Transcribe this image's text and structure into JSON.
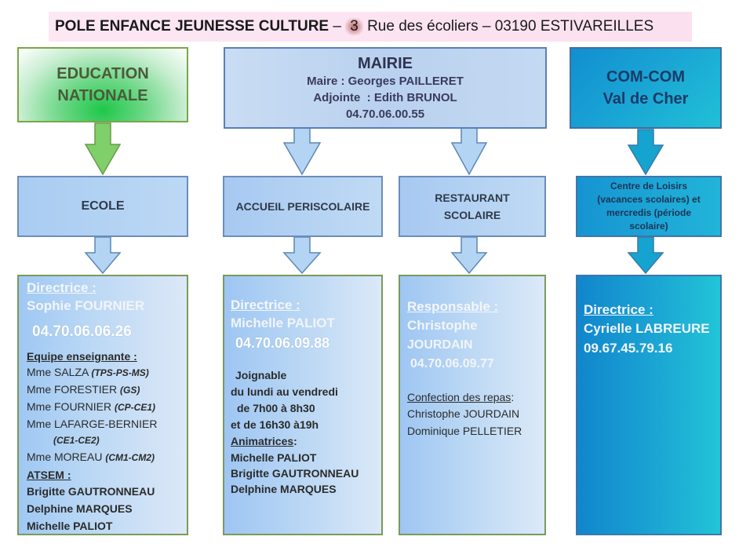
{
  "header": {
    "title_bold": "POLE ENFANCE JEUNESSE CULTURE",
    "dash": " – ",
    "street_num": "3",
    "address_rest": " Rue des écoliers – 03190 ESTIVAREILLES"
  },
  "education": {
    "line1": "EDUCATION",
    "line2": "NATIONALE"
  },
  "mairie": {
    "title": "MAIRIE",
    "maire": "Maire : Georges PAILLERET",
    "adjointe": "Adjointe  : Edith BRUNOL",
    "phone": "04.70.06.00.55"
  },
  "comcom": {
    "line1": "COM-COM",
    "line2": "Val de Cher"
  },
  "ecole": {
    "label": "ECOLE"
  },
  "periscolaire": {
    "label": "ACCUEIL PERISCOLAIRE"
  },
  "restaurant": {
    "line1": "RESTAURANT",
    "line2": "SCOLAIRE"
  },
  "loisirs": {
    "line1": "Centre de Loisirs",
    "line2": "(vacances scolaires) et",
    "line3": "mercredis (période",
    "line4": "scolaire)"
  },
  "ecole_details": {
    "director_label": "Directrice :",
    "director_name": "Sophie FOURNIER",
    "phone": "04.70.06.06.26",
    "team_label": "Equipe enseignante :",
    "teachers": [
      {
        "name": "Mme SALZA ",
        "classes": "(TPS-PS-MS)"
      },
      {
        "name": "Mme FORESTIER ",
        "classes": "(GS)"
      },
      {
        "name": "Mme FOURNIER ",
        "classes": "(CP-CE1)"
      },
      {
        "name": "Mme LAFARGE-BERNIER",
        "classes": ""
      },
      {
        "name": "",
        "classes": "(CE1-CE2)"
      },
      {
        "name": "Mme MOREAU ",
        "classes": "(CM1-CM2)"
      }
    ],
    "atsem_label": "ATSEM :",
    "atsem": [
      "Brigitte GAUTRONNEAU",
      "Delphine MARQUES",
      "Michelle PALIOT"
    ]
  },
  "peri_details": {
    "director_label": "Directrice :",
    "director_name": "Michelle PALIOT",
    "phone": "04.70.06.09.88",
    "hours": [
      "Joignable",
      "du lundi au vendredi",
      "de 7h00 à 8h30",
      "et de 16h30 à19h"
    ],
    "animatrices_label": "Animatrices",
    "animatrices_colon": ":",
    "animatrices": [
      "Michelle PALIOT",
      "Brigitte GAUTRONNEAU",
      "Delphine MARQUES"
    ]
  },
  "resto_details": {
    "responsable_label": "Responsable :",
    "name_line1": "Christophe",
    "name_line2": "JOURDAIN",
    "phone": "04.70.06.09.77",
    "confection_label": "Confection des repas",
    "confection_colon": ":",
    "staff": [
      "Christophe JOURDAIN",
      "Dominique PELLETIER"
    ]
  },
  "cc_details": {
    "director_label": "Directrice :",
    "director_name": "Cyrielle LABREURE",
    "phone": "09.67.45.79.16"
  },
  "colors": {
    "green_arrow": "#7fcf6a",
    "blue_arrow": "#a9cff2",
    "teal_arrow": "#14a4cf"
  }
}
